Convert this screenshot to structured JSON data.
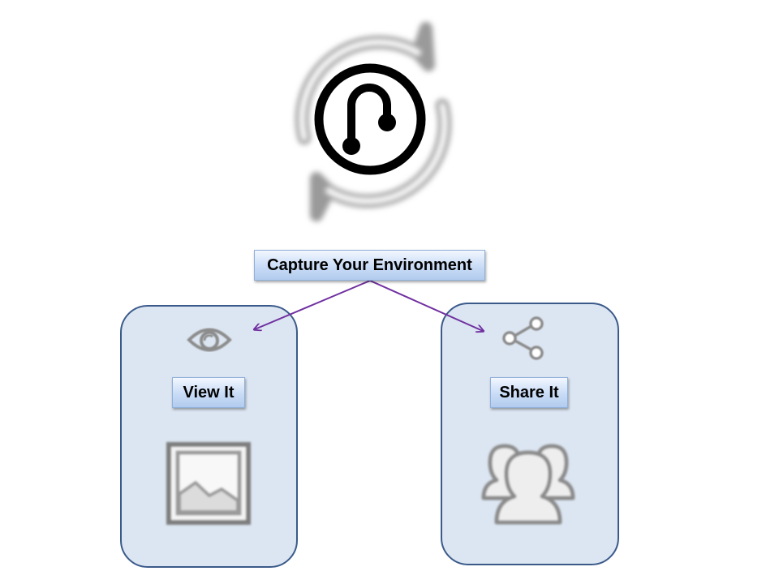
{
  "diagram": {
    "root_label": "Capture Your Environment",
    "left_label": "View It",
    "right_label": "Share It"
  },
  "icons": {
    "logo": "sync-circle-logo-icon",
    "left_top": "eye-icon",
    "left_bottom": "image-icon",
    "right_top": "share-icon",
    "right_bottom": "users-group-icon"
  },
  "colors": {
    "panel_fill": "#dce6f2",
    "panel_border": "#3b5a8a",
    "arrow": "#7030a0"
  }
}
